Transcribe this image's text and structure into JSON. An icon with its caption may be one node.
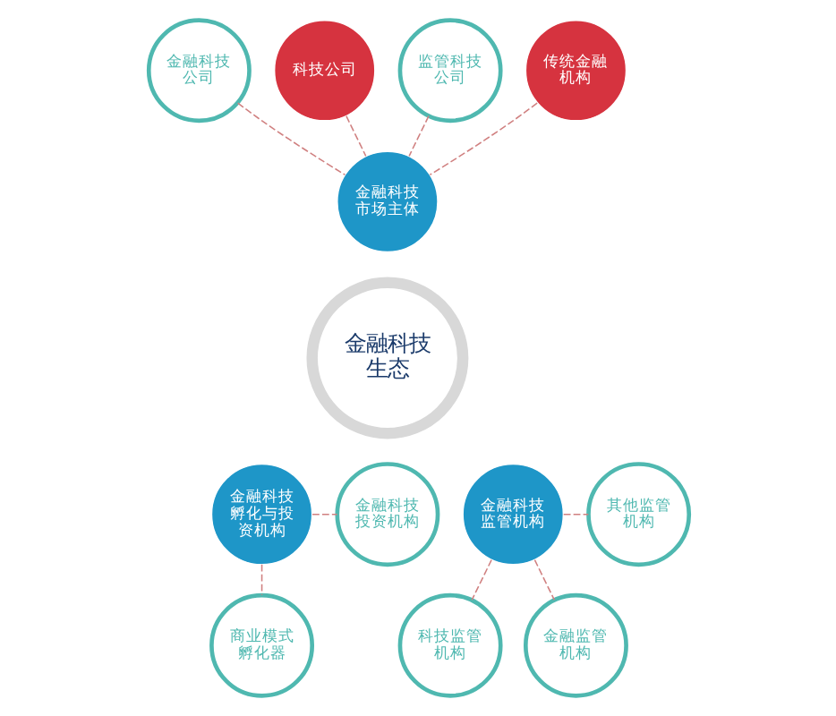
{
  "diagram": {
    "nodes": [
      {
        "text": [
          "金融科技生态"
        ]
      },
      {
        "text": [
          "金融科技市场主体"
        ]
      },
      {
        "text": [
          "金融科技公司"
        ]
      },
      {
        "text": [
          "科技公司"
        ]
      },
      {
        "text": [
          "监管科技公司"
        ]
      },
      {
        "text": [
          "传统金融机构"
        ]
      },
      {
        "text": [
          "金融科技孵化与投资机构"
        ]
      },
      {
        "text": [
          "金融科技投资机构"
        ]
      },
      {
        "text": [
          "商业模式孵化器"
        ]
      },
      {
        "text": [
          "金融科技监管机构"
        ]
      },
      {
        "text": [
          "其他监管机构"
        ]
      },
      {
        "text": [
          "科技监管机构"
        ]
      },
      {
        "text": [
          "金融监管机构"
        ]
      }
    ],
    "edges": [
      {
        "from": 1,
        "to": 2,
        "arrow": "none",
        "style": "dashed"
      },
      {
        "from": 1,
        "to": 3,
        "arrow": "none",
        "style": "dashed"
      },
      {
        "from": 1,
        "to": 4,
        "arrow": "none",
        "style": "dashed"
      },
      {
        "from": 1,
        "to": 5,
        "arrow": "none",
        "style": "dashed"
      },
      {
        "from": 6,
        "to": 7,
        "arrow": "none",
        "style": "dashed"
      },
      {
        "from": 6,
        "to": 8,
        "arrow": "none",
        "style": "dashed"
      },
      {
        "from": 9,
        "to": 10,
        "arrow": "none",
        "style": "dashed"
      },
      {
        "from": 9,
        "to": 11,
        "arrow": "none",
        "style": "dashed"
      },
      {
        "from": 9,
        "to": 12,
        "arrow": "none",
        "style": "dashed"
      }
    ]
  }
}
